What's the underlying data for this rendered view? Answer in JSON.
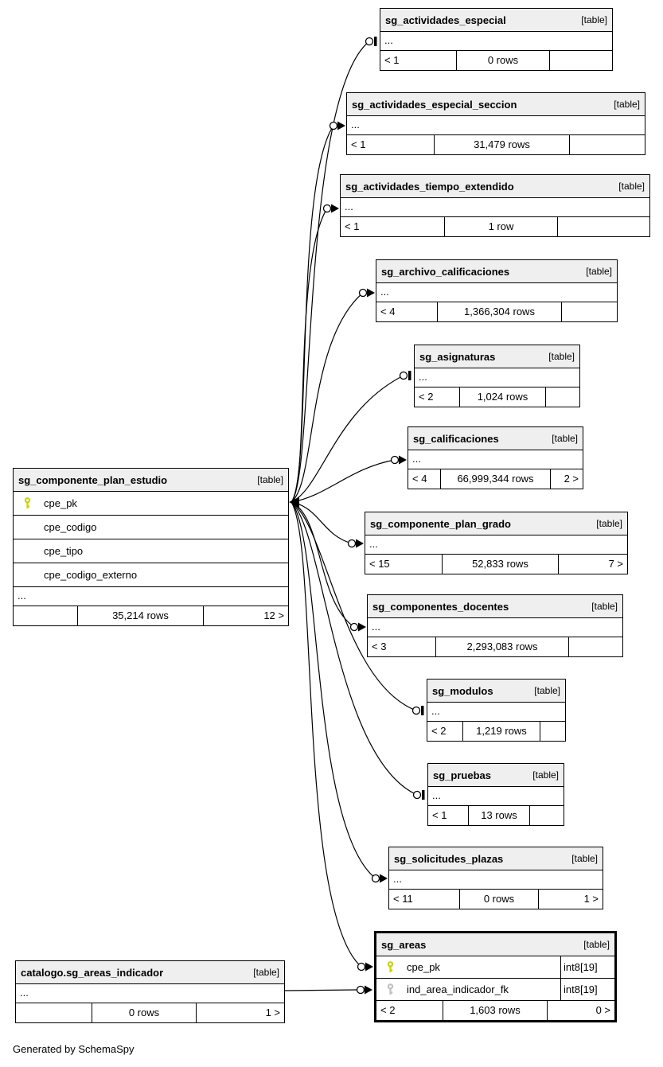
{
  "page": {
    "footer_note": "Generated by SchemaSpy"
  },
  "colors": {
    "header_bg": "#efefef",
    "border": "#000000",
    "pk_key": "#c9d400",
    "fk_key": "#c0c0c0"
  },
  "tables": [
    {
      "name": "sg_componente_plan_estudio",
      "badge": "[table]",
      "ellipsis": "...",
      "columns": [
        {
          "name": "cpe_pk",
          "key": "pk"
        },
        {
          "name": "cpe_codigo"
        },
        {
          "name": "cpe_tipo"
        },
        {
          "name": "cpe_codigo_externo"
        }
      ],
      "footer": {
        "left": "",
        "center": "35,214 rows",
        "right": "12 >"
      }
    },
    {
      "name": "catalogo.sg_areas_indicador",
      "badge": "[table]",
      "ellipsis": "...",
      "footer": {
        "left": "",
        "center": "0 rows",
        "right": "1 >"
      }
    },
    {
      "name": "sg_actividades_especial",
      "badge": "[table]",
      "ellipsis": "...",
      "footer": {
        "left": "< 1",
        "center": "0 rows",
        "right": ""
      }
    },
    {
      "name": "sg_actividades_especial_seccion",
      "badge": "[table]",
      "ellipsis": "...",
      "footer": {
        "left": "< 1",
        "center": "31,479 rows",
        "right": ""
      }
    },
    {
      "name": "sg_actividades_tiempo_extendido",
      "badge": "[table]",
      "ellipsis": "...",
      "footer": {
        "left": "< 1",
        "center": "1 row",
        "right": ""
      }
    },
    {
      "name": "sg_archivo_calificaciones",
      "badge": "[table]",
      "ellipsis": "...",
      "footer": {
        "left": "< 4",
        "center": "1,366,304 rows",
        "right": ""
      }
    },
    {
      "name": "sg_asignaturas",
      "badge": "[table]",
      "ellipsis": "...",
      "footer": {
        "left": "< 2",
        "center": "1,024 rows",
        "right": ""
      }
    },
    {
      "name": "sg_calificaciones",
      "badge": "[table]",
      "ellipsis": "...",
      "footer": {
        "left": "< 4",
        "center": "66,999,344 rows",
        "right": "2 >"
      }
    },
    {
      "name": "sg_componente_plan_grado",
      "badge": "[table]",
      "ellipsis": "...",
      "footer": {
        "left": "< 15",
        "center": "52,833 rows",
        "right": "7 >"
      }
    },
    {
      "name": "sg_componentes_docentes",
      "badge": "[table]",
      "ellipsis": "...",
      "footer": {
        "left": "< 3",
        "center": "2,293,083 rows",
        "right": ""
      }
    },
    {
      "name": "sg_modulos",
      "badge": "[table]",
      "ellipsis": "...",
      "footer": {
        "left": "< 2",
        "center": "1,219 rows",
        "right": ""
      }
    },
    {
      "name": "sg_pruebas",
      "badge": "[table]",
      "ellipsis": "...",
      "footer": {
        "left": "< 1",
        "center": "13 rows",
        "right": ""
      }
    },
    {
      "name": "sg_solicitudes_plazas",
      "badge": "[table]",
      "ellipsis": "...",
      "footer": {
        "left": "< 11",
        "center": "0 rows",
        "right": "1 >"
      }
    },
    {
      "name": "sg_areas",
      "badge": "[table]",
      "columns": [
        {
          "name": "cpe_pk",
          "type": "int8[19]",
          "key": "pk"
        },
        {
          "name": "ind_area_indicador_fk",
          "type": "int8[19]",
          "key": "fk"
        }
      ],
      "footer": {
        "left": "< 2",
        "center": "1,603 rows",
        "right": "0 >"
      }
    }
  ],
  "relationships": [
    {
      "from": "sg_componente_plan_estudio.cpe_pk",
      "to": "sg_actividades_especial"
    },
    {
      "from": "sg_componente_plan_estudio.cpe_pk",
      "to": "sg_actividades_especial_seccion"
    },
    {
      "from": "sg_componente_plan_estudio.cpe_pk",
      "to": "sg_actividades_tiempo_extendido"
    },
    {
      "from": "sg_componente_plan_estudio.cpe_pk",
      "to": "sg_archivo_calificaciones"
    },
    {
      "from": "sg_componente_plan_estudio.cpe_pk",
      "to": "sg_asignaturas"
    },
    {
      "from": "sg_componente_plan_estudio.cpe_pk",
      "to": "sg_calificaciones"
    },
    {
      "from": "sg_componente_plan_estudio.cpe_pk",
      "to": "sg_componente_plan_grado"
    },
    {
      "from": "sg_componente_plan_estudio.cpe_pk",
      "to": "sg_componentes_docentes"
    },
    {
      "from": "sg_componente_plan_estudio.cpe_pk",
      "to": "sg_modulos"
    },
    {
      "from": "sg_componente_plan_estudio.cpe_pk",
      "to": "sg_pruebas"
    },
    {
      "from": "sg_componente_plan_estudio.cpe_pk",
      "to": "sg_solicitudes_plazas"
    },
    {
      "from": "sg_componente_plan_estudio.cpe_pk",
      "to": "sg_areas.cpe_pk"
    },
    {
      "from": "catalogo.sg_areas_indicador",
      "to": "sg_areas.ind_area_indicador_fk"
    }
  ]
}
